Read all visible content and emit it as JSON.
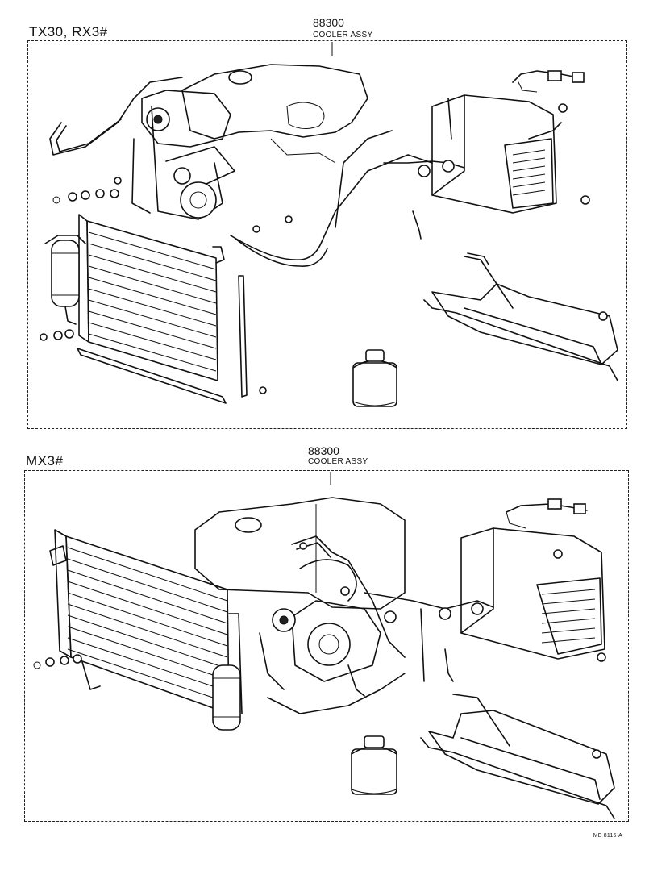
{
  "panels": [
    {
      "variant_label": "TX30, RX3#",
      "part_number": "88300",
      "part_name": "COOLER ASSY"
    },
    {
      "variant_label": "MX3#",
      "part_number": "88300",
      "part_name": "COOLER ASSY"
    }
  ],
  "drawing_code": "ME 8115-A",
  "icons": {
    "condenser": "condenser-icon",
    "receiver_drier": "receiver-drier-icon",
    "compressor": "compressor-icon",
    "engine_block": "engine-block-icon",
    "cooling_unit": "cooling-unit-icon",
    "under_cover": "under-cover-icon",
    "refrigerant_can": "refrigerant-can-icon",
    "hoses": "refrigerant-hose-icon",
    "wiring": "wiring-harness-icon",
    "fasteners": "bolt-nut-icon"
  }
}
